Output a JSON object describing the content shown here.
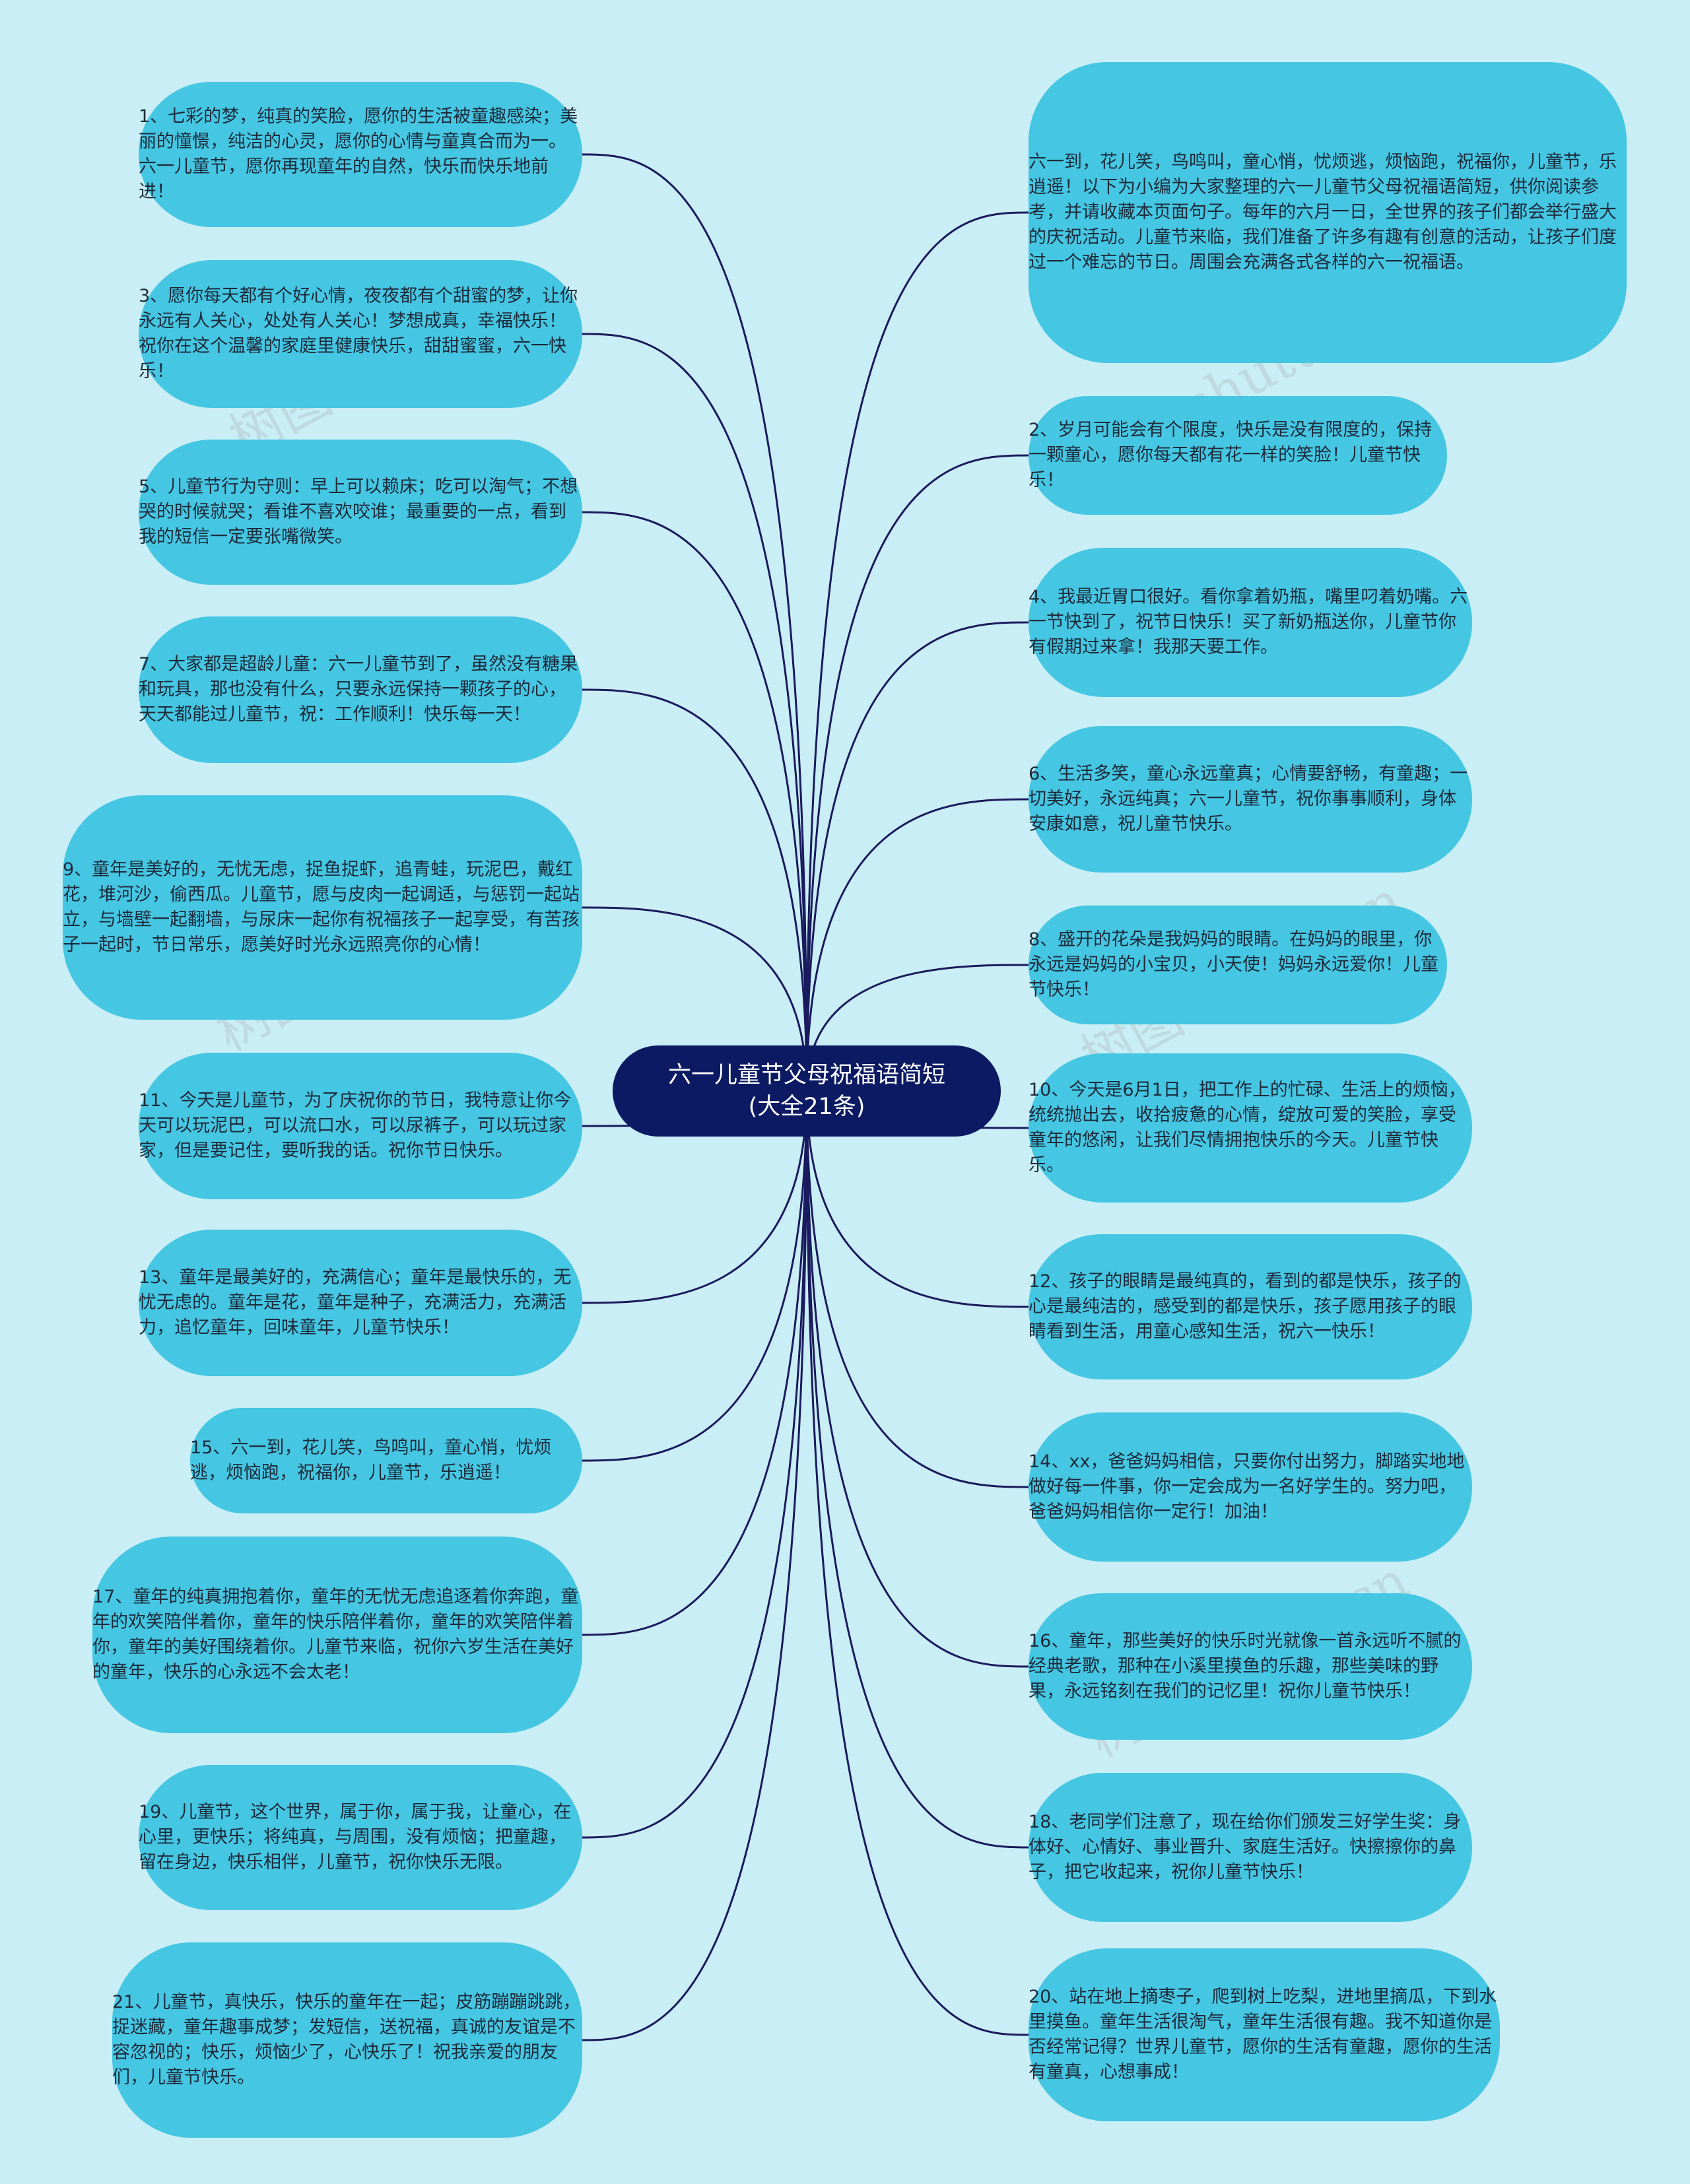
{
  "root": {
    "title": "六一儿童节父母祝福语简短(大全21条)"
  },
  "watermark": "树图 shutu.cn",
  "colors": {
    "background": "#c9eef5",
    "node": "#45c6e2",
    "root": "#0b1a63",
    "link": "#1a1a5e"
  },
  "left_nodes": [
    {
      "text": "1、七彩的梦，纯真的笑脸，愿你的生活被童趣感染；美丽的憧憬，纯洁的心灵，愿你的心情与童真合而为一。六一儿童节，愿你再现童年的自然，快乐而快乐地前进！"
    },
    {
      "text": "3、愿你每天都有个好心情，夜夜都有个甜蜜的梦，让你永远有人关心，处处有人关心！梦想成真，幸福快乐！祝你在这个温馨的家庭里健康快乐，甜甜蜜蜜，六一快乐！"
    },
    {
      "text": "5、儿童节行为守则：早上可以赖床；吃可以淘气；不想哭的时候就哭；看谁不喜欢咬谁；最重要的一点，看到我的短信一定要张嘴微笑。"
    },
    {
      "text": "7、大家都是超龄儿童：六一儿童节到了，虽然没有糖果和玩具，那也没有什么，只要永远保持一颗孩子的心，天天都能过儿童节，祝：工作顺利！快乐每一天！"
    },
    {
      "text": "9、童年是美好的，无忧无虑，捉鱼捉虾，追青蛙，玩泥巴，戴红花，堆河沙，偷西瓜。儿童节，愿与皮肉一起调适，与惩罚一起站立，与墙壁一起翻墙，与尿床一起你有祝福孩子一起享受，有苦孩子一起时，节日常乐，愿美好时光永远照亮你的心情！"
    },
    {
      "text": "11、今天是儿童节，为了庆祝你的节日，我特意让你今天可以玩泥巴，可以流口水，可以尿裤子，可以玩过家家，但是要记住，要听我的话。祝你节日快乐。"
    },
    {
      "text": "13、童年是最美好的，充满信心；童年是最快乐的，无忧无虑的。童年是花，童年是种子，充满活力，充满活力，追忆童年，回味童年，儿童节快乐！"
    },
    {
      "text": "15、六一到，花儿笑，鸟鸣叫，童心悄，忧烦逃，烦恼跑，祝福你，儿童节，乐逍遥！"
    },
    {
      "text": "17、童年的纯真拥抱着你，童年的无忧无虑追逐着你奔跑，童年的欢笑陪伴着你，童年的快乐陪伴着你，童年的欢笑陪伴着你，童年的美好围绕着你。儿童节来临，祝你六岁生活在美好的童年，快乐的心永远不会太老！"
    },
    {
      "text": "19、儿童节，这个世界，属于你，属于我，让童心，在心里，更快乐；将纯真，与周围，没有烦恼；把童趣，留在身边，快乐相伴，儿童节，祝你快乐无限。"
    },
    {
      "text": "21、儿童节，真快乐，快乐的童年在一起；皮筋蹦蹦跳跳，捉迷藏，童年趣事成梦；发短信，送祝福，真诚的友谊是不容忽视的；快乐，烦恼少了，心快乐了！祝我亲爱的朋友们，儿童节快乐。"
    }
  ],
  "right_nodes": [
    {
      "text": "六一到，花儿笑，鸟鸣叫，童心悄，忧烦逃，烦恼跑，祝福你，儿童节，乐逍遥！以下为小编为大家整理的六一儿童节父母祝福语简短，供你阅读参考，并请收藏本页面句子。每年的六月一日，全世界的孩子们都会举行盛大的庆祝活动。儿童节来临，我们准备了许多有趣有创意的活动，让孩子们度过一个难忘的节日。周围会充满各式各样的六一祝福语。"
    },
    {
      "text": "2、岁月可能会有个限度，快乐是没有限度的，保持一颗童心，愿你每天都有花一样的笑脸！儿童节快乐！"
    },
    {
      "text": "4、我最近胃口很好。看你拿着奶瓶，嘴里叼着奶嘴。六一节快到了，祝节日快乐！买了新奶瓶送你，儿童节你有假期过来拿！我那天要工作。"
    },
    {
      "text": "6、生活多笑，童心永远童真；心情要舒畅，有童趣；一切美好，永远纯真；六一儿童节，祝你事事顺利，身体安康如意，祝儿童节快乐。"
    },
    {
      "text": "8、盛开的花朵是我妈妈的眼睛。在妈妈的眼里，你永远是妈妈的小宝贝，小天使！妈妈永远爱你！儿童节快乐！"
    },
    {
      "text": "10、今天是6月1日，把工作上的忙碌、生活上的烦恼，统统抛出去，收拾疲惫的心情，绽放可爱的笑脸，享受童年的悠闲，让我们尽情拥抱快乐的今天。儿童节快乐。"
    },
    {
      "text": "12、孩子的眼睛是最纯真的，看到的都是快乐，孩子的心是最纯洁的，感受到的都是快乐，孩子愿用孩子的眼睛看到生活，用童心感知生活，祝六一快乐！"
    },
    {
      "text": "14、xx，爸爸妈妈相信，只要你付出努力，脚踏实地地做好每一件事，你一定会成为一名好学生的。努力吧，爸爸妈妈相信你一定行！加油！"
    },
    {
      "text": "16、童年，那些美好的快乐时光就像一首永远听不腻的经典老歌，那种在小溪里摸鱼的乐趣，那些美味的野果，永远铭刻在我们的记忆里！祝你儿童节快乐！"
    },
    {
      "text": "18、老同学们注意了，现在给你们颁发三好学生奖：身体好、心情好、事业晋升、家庭生活好。快擦擦你的鼻子，把它收起来，祝你儿童节快乐！"
    },
    {
      "text": "20、站在地上摘枣子，爬到树上吃梨，进地里摘瓜，下到水里摸鱼。童年生活很淘气，童年生活很有趣。我不知道你是否经常记得？世界儿童节，愿你的生活有童趣，愿你的生活有童真，心想事成！"
    }
  ]
}
